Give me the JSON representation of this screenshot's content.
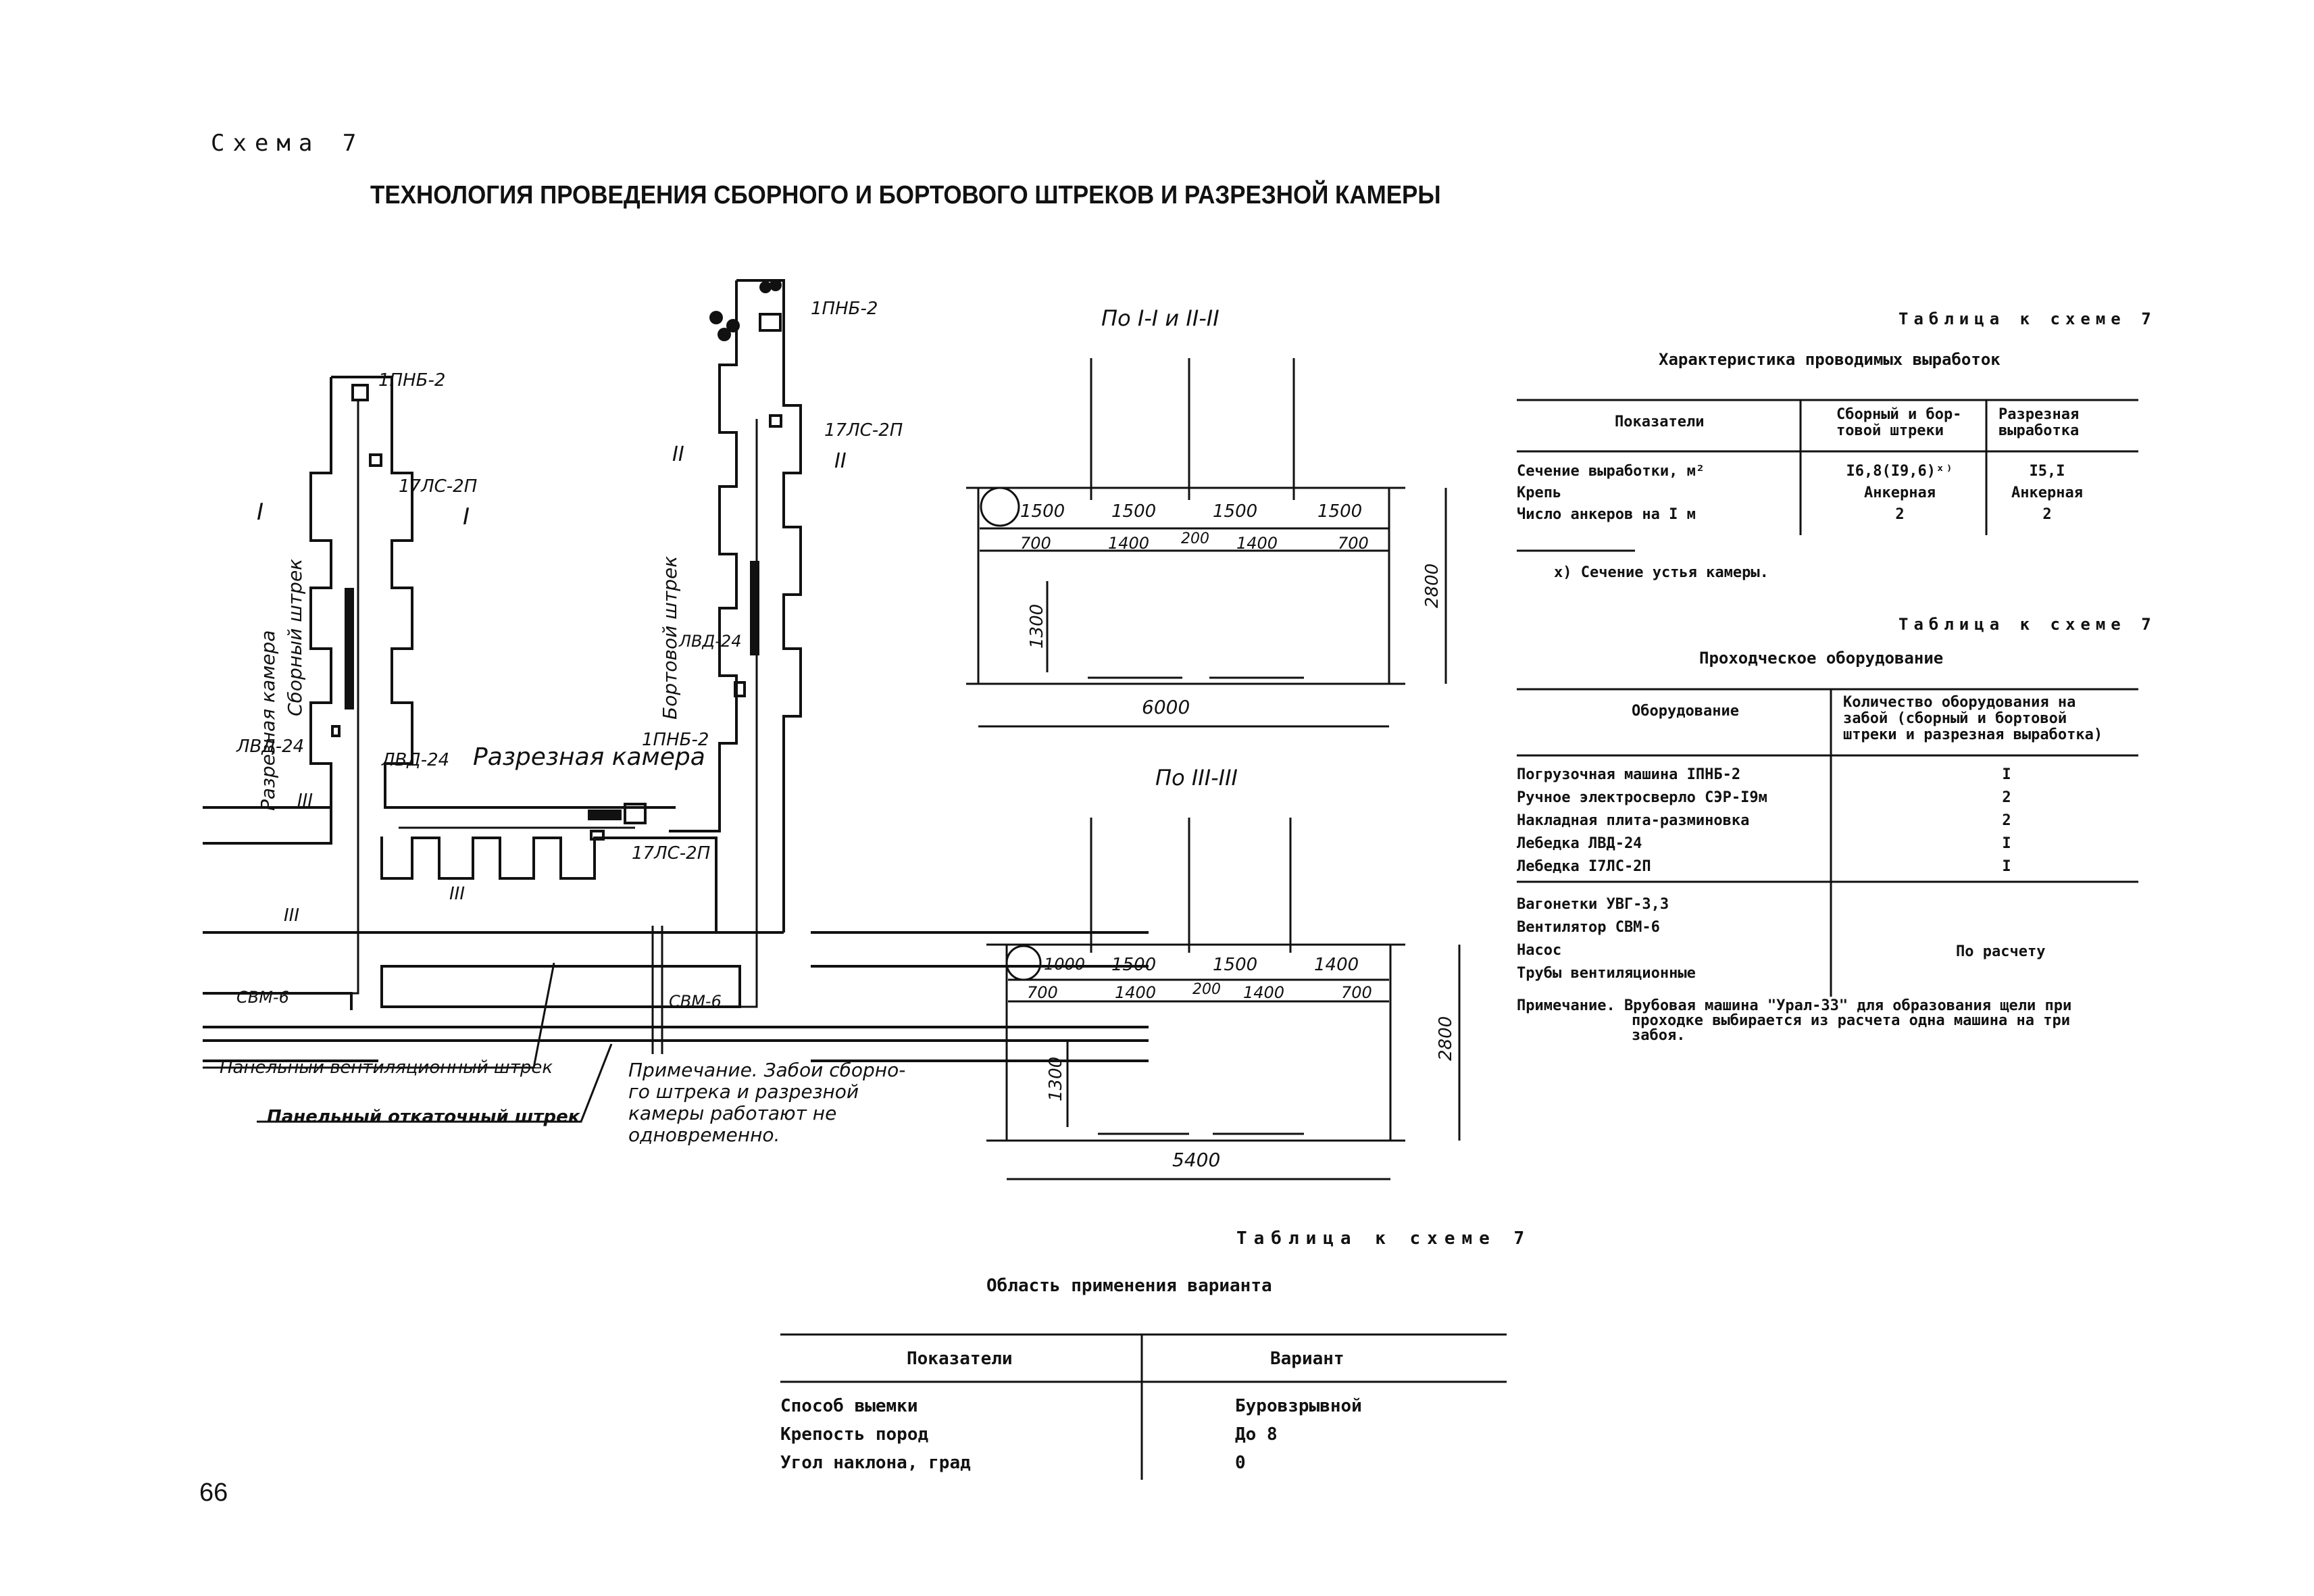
{
  "header": {
    "scheme_label": "Схема 7",
    "title": "ТЕХНОЛОГИЯ ПРОВЕДЕНИЯ СБОРНОГО И БОРТОВОГО ШТРЕКОВ И РАЗРЕЗНОЙ КАМЕРЫ"
  },
  "plan": {
    "labels": {
      "cut_chamber_vertical": "Разрезная камера",
      "gathering_drift": "Сборный штрек",
      "side_drift": "Бортовой штрек",
      "cut_chamber": "Разрезная камера",
      "pnb_left": "1ПНБ-2",
      "pnb_right": "1ПНБ-2",
      "pnb_bottom": "1ПНБ-2",
      "ls_left": "17ЛС-2П",
      "ls_right": "17ЛС-2П",
      "ls_bottom": "17ЛС-2П",
      "lvd_left": "ЛВД-24",
      "lvd_right": "ЛВД-24",
      "lvd_bottom": "ЛВД-24",
      "svm_left": "СВМ-6",
      "svm_right": "СВМ-6",
      "sec_I_left": "I",
      "sec_I_right": "I",
      "sec_II_top": "II",
      "sec_II_right": "II",
      "sec_III_a": "III",
      "sec_III_b": "III",
      "sec_III_c": "III",
      "vent_drift": "Панельный вентиляционный штрек",
      "haul_drift": "Панельный откаточный штрек"
    },
    "note": [
      "Примечание. Забои сборно-",
      "го штрека и разрезной",
      "камеры работают не",
      "одновременно."
    ]
  },
  "sections": {
    "top": {
      "caption": "По I-I и II-II",
      "dims_top": [
        "1500",
        "1500",
        "1500",
        "1500"
      ],
      "dims_mid": [
        "700",
        "1400",
        "200",
        "1400",
        "700"
      ],
      "height": "1300",
      "total_height": "2800",
      "width": "6000"
    },
    "bottom": {
      "caption": "По III-III",
      "dims_top": [
        "1000",
        "1500",
        "1500",
        "1400"
      ],
      "dims_mid": [
        "700",
        "1400",
        "200",
        "1400",
        "700"
      ],
      "height": "1300",
      "total_height": "2800",
      "width": "5400"
    }
  },
  "table1": {
    "label": "Таблица к схеме 7",
    "title": "Характеристика проводимых выработок",
    "headers": [
      "Показатели",
      "Сборный и бор-\nтовой штреки",
      "Разрезная\nвыработка"
    ],
    "rows": [
      [
        "Сечение выработки, м²",
        "I6,8(I9,6)ˣ⁾",
        "I5,I"
      ],
      [
        "Крепь",
        "Анкерная",
        "Анкерная"
      ],
      [
        "Число анкеров на I м",
        "2",
        "2"
      ]
    ],
    "footnote": "х) Сечение устья камеры."
  },
  "table2": {
    "label": "Таблица к схеме 7",
    "title": "Проходческое оборудование",
    "headers": [
      "Оборудование",
      "Количество оборудования на\nзабой (сборный и бортовой\nштреки и разрезная выработка)"
    ],
    "rows1": [
      [
        "Погрузочная машина IПНБ-2",
        "I"
      ],
      [
        "Ручное электросверло СЭР-I9м",
        "2"
      ],
      [
        "Накладная плита-разминовка",
        "2"
      ],
      [
        "Лебедка ЛВД-24",
        "I"
      ],
      [
        "Лебедка I7ЛС-2П",
        "I"
      ]
    ],
    "rows2": [
      "Вагонетки УВГ-3,3",
      "Вентилятор СВМ-6",
      "Насос",
      "Трубы вентиляционные"
    ],
    "rows2_value": "По расчету",
    "note": [
      "Примечание. Врубовая машина \"Урал-33\" для образования щели при",
      "проходке выбирается из расчета одна машина на три",
      "забоя."
    ]
  },
  "table3": {
    "label": "Таблица к схеме 7",
    "title": "Область применения варианта",
    "headers": [
      "Показатели",
      "Вариант"
    ],
    "rows": [
      [
        "Способ выемки",
        "Буровзрывной"
      ],
      [
        "Крепость пород",
        "До 8"
      ],
      [
        "Угол наклона, град",
        "0"
      ]
    ]
  },
  "page_number": "66"
}
